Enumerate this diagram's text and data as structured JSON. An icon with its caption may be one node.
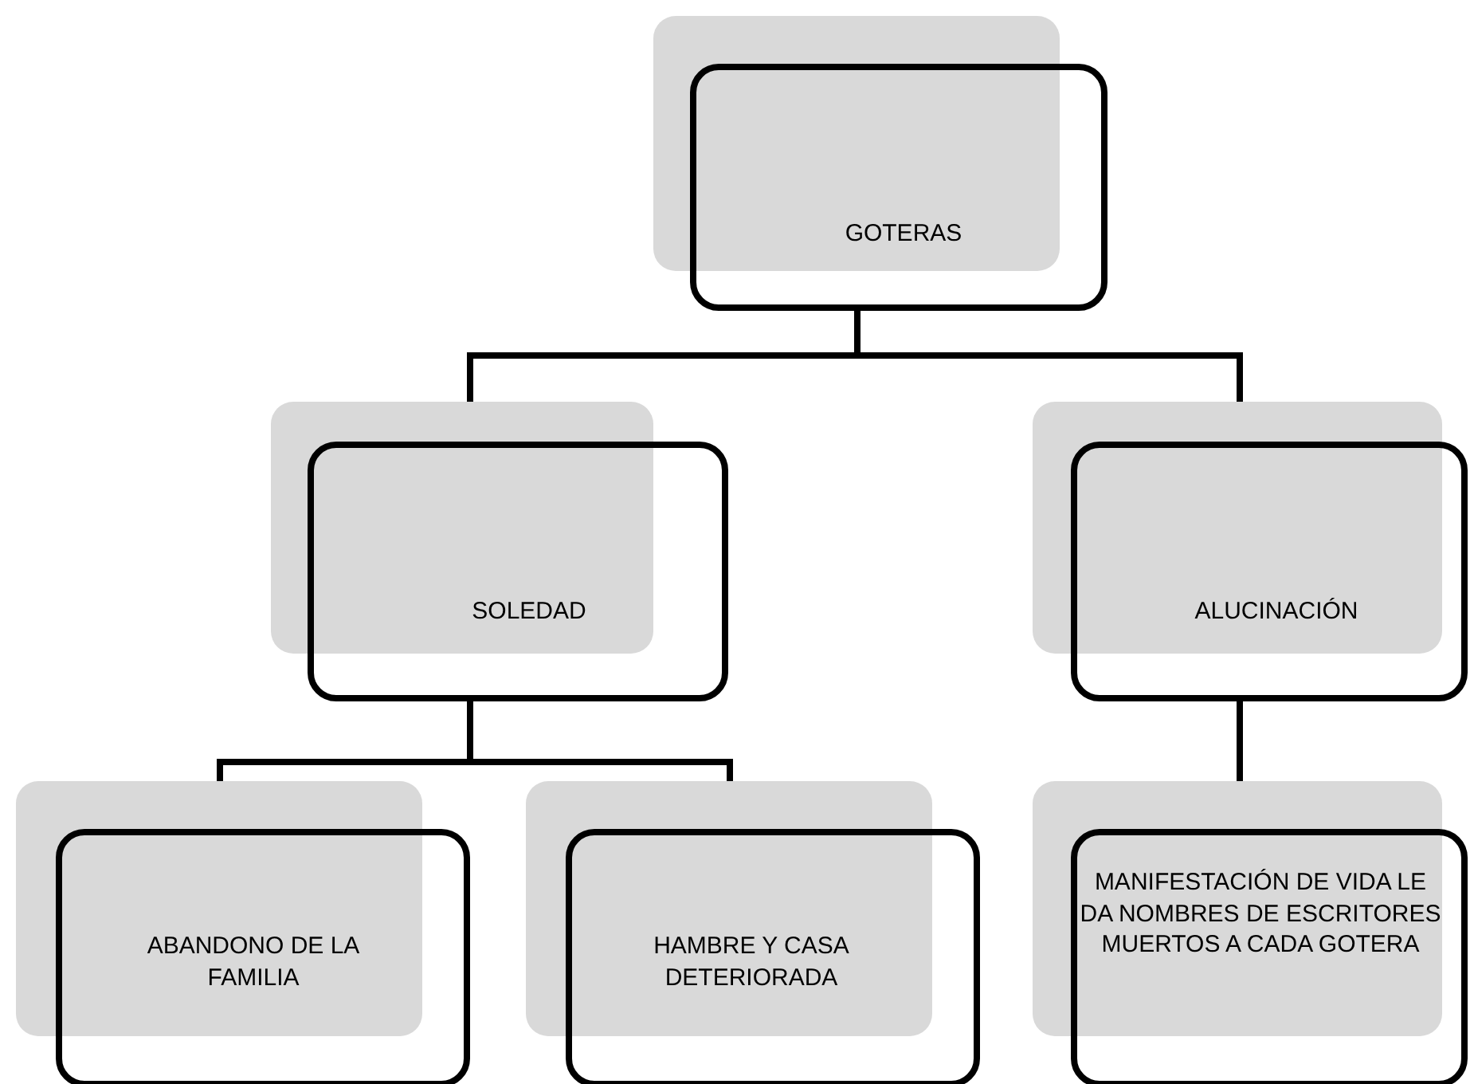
{
  "diagram": {
    "nodes": [
      {
        "text": [
          "GOTERAS"
        ]
      },
      {
        "text": [
          "SOLEDAD"
        ]
      },
      {
        "text": [
          "ALUCINACIÓN"
        ]
      },
      {
        "text": [
          "ABANDONO DE LA FAMILIA"
        ]
      },
      {
        "text": [
          "HAMBRE Y CASA DETERIORADA"
        ]
      },
      {
        "text": [
          "MANIFESTACIÓN DE VIDA LE DA NOMBRES DE ESCRITORES MUERTOS A CADA GOTERA"
        ]
      }
    ],
    "edges": [
      {
        "from": 0,
        "to": 1,
        "arrow": "none"
      },
      {
        "from": 0,
        "to": 2,
        "arrow": "none"
      },
      {
        "from": 1,
        "to": 3,
        "arrow": "none"
      },
      {
        "from": 1,
        "to": 4,
        "arrow": "none"
      },
      {
        "from": 2,
        "to": 5,
        "arrow": "none"
      }
    ]
  }
}
